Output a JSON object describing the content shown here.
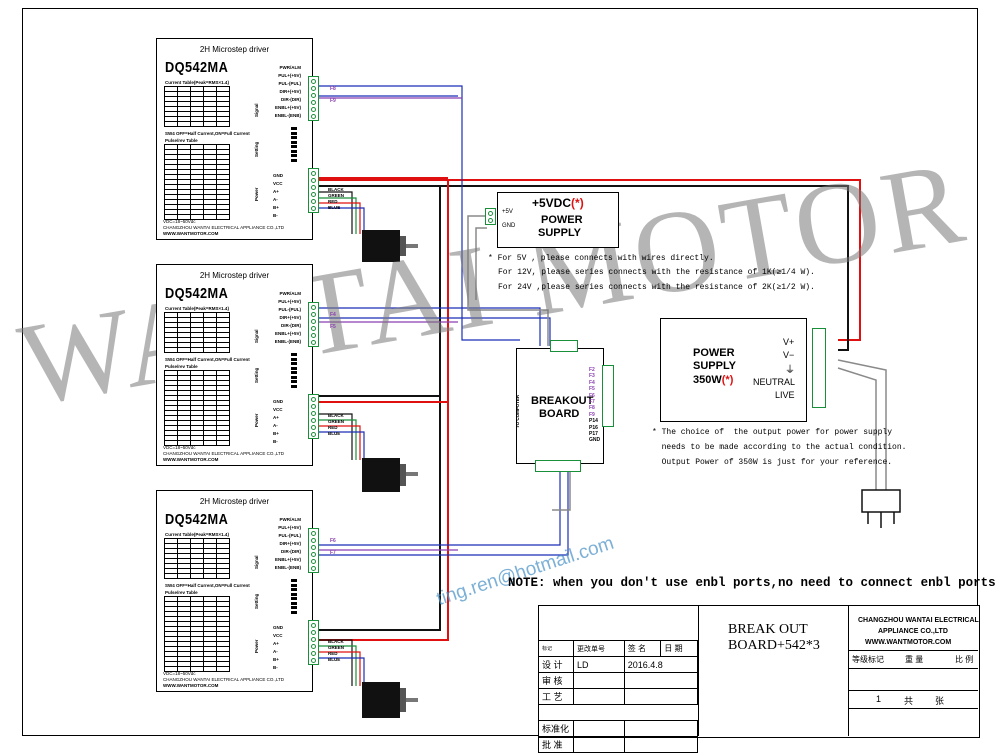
{
  "drivers": [
    {
      "title": "2H Microstep driver",
      "model": "DQ542MA",
      "company": "CHANGZHOU WANTAI ELECTRICAL APPLIANCE CO.,LTD",
      "vdc": "VDC=18~50Vdc",
      "web": "WWW.WANTMOTOR.COM",
      "pins": [
        "F8",
        "F9"
      ]
    },
    {
      "title": "2H Microstep driver",
      "model": "DQ542MA",
      "company": "CHANGZHOU WANTAI ELECTRICAL APPLIANCE CO.,LTD",
      "vdc": "VDC=18~50Vdc",
      "web": "WWW.WANTMOTOR.COM",
      "pins": [
        "F4",
        "F5"
      ]
    },
    {
      "title": "2H Microstep driver",
      "model": "DQ542MA",
      "company": "CHANGZHOU WANTAI ELECTRICAL APPLIANCE CO.,LTD",
      "vdc": "VDC=18~50Vdc",
      "web": "WWW.WANTMOTOR.COM",
      "pins": [
        "F6",
        "F7"
      ]
    }
  ],
  "driver_labels": {
    "signals": [
      "PWR/ALM",
      "PUL+(+5V)",
      "PUL-(PUL)",
      "DIR+(+5V)",
      "DIR-(DIR)",
      "ENBL+(+5V)",
      "ENBL-(ENB)"
    ],
    "power": [
      "GND",
      "VCC",
      "A+",
      "A-",
      "B+",
      "B-"
    ],
    "wire_colors": [
      "BLACK",
      "GREEN",
      "RED",
      "BLUE"
    ],
    "side_signal": "Signal",
    "side_setting": "Setting",
    "side_power": "Power",
    "current_table": "Current Table(Peak=RMS×1.4)",
    "pulse_table": "Pulse/rev Table",
    "sw_note": "SW4 OFF=Half Current,ON=Full Current"
  },
  "psu5": {
    "title": "+5VDC",
    "mark": "(*)",
    "line2": "POWER",
    "line3": "SUPPLY",
    "plus": "+5V",
    "gnd": "GND"
  },
  "psu5_notes": [
    "* For 5V , please connects with wires directly.",
    "For 12V, please series connects with the resistance of 1K(≥1/4 W).",
    "For 24V ,please series connects with the resistance of 2K(≥1/2 W)."
  ],
  "breakout": {
    "line1": "BREAKOUT",
    "line2": "BOARD",
    "side": "TO COMPUTER",
    "pins": [
      "F2",
      "F3",
      "F4",
      "F5",
      "F6",
      "F7",
      "F8",
      "F9",
      "P14",
      "P16",
      "P17",
      "GND"
    ]
  },
  "psu350": {
    "line1": "POWER",
    "line2": "SUPPLY",
    "line3": "350W",
    "mark": "(*)",
    "vplus": "V+",
    "vminus": "V−",
    "ground": "⏚",
    "neutral": "NEUTRAL",
    "live": "LIVE"
  },
  "psu350_notes": [
    "* The choice of  the output power for power supply",
    "  needs to be made according to the actual condition.",
    "  Output Power of 350W is just for your reference."
  ],
  "note": "NOTE: when you don't use enbl ports,no need to connect enbl ports",
  "watermark": "WANTAI MOTOR",
  "email": "ting.ren@hotmail.com",
  "title_block": {
    "title1": "BREAK OUT",
    "title2": "BOARD+542*3",
    "company1": "CHANGZHOU WANTAI ELECTRICAL",
    "company2": "APPLIANCE CO.,LTD",
    "website": "WWW.WANTMOTOR.COM",
    "col_a": "标记",
    "col_b": "更改单号",
    "col_c": "签 名",
    "col_d": "日 期",
    "row_design": "设  计",
    "designer": "LD",
    "date": "2016.4.8",
    "row_check": "审  核",
    "row_process": "工  艺",
    "row_std": "标准化",
    "row_approve": "批  准",
    "stage": "等级标记",
    "weight": "重  量",
    "ratio": "比  例",
    "sheets": "1",
    "total": "共",
    "sheet_unit": "张"
  },
  "colors": {
    "red": "#e01010",
    "black": "#111111",
    "blue": "#1a2fb8",
    "purple": "#8a3fb0",
    "green": "#1a8f3a",
    "gray": "#8a8a8a"
  }
}
